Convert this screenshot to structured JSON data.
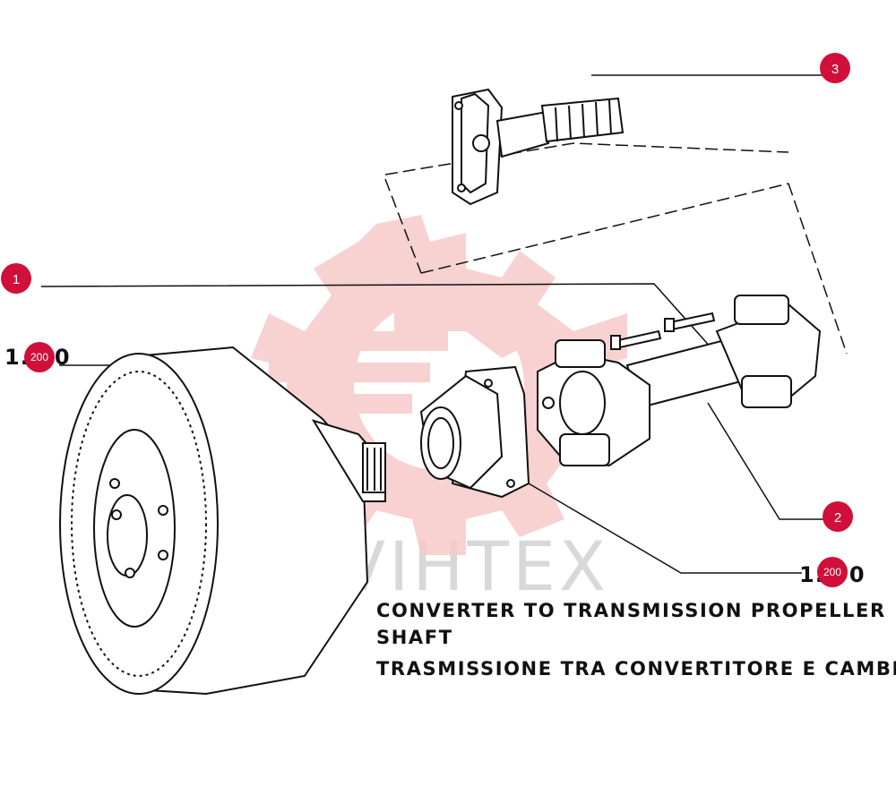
{
  "watermark": {
    "text": "VIHTEX",
    "color": "#f6c6c6"
  },
  "callouts": [
    {
      "id": "1",
      "label": "1"
    },
    {
      "id": "2",
      "label": "2"
    },
    {
      "id": "3",
      "label": "3"
    }
  ],
  "ref_badges": [
    {
      "prefix": "1.",
      "label": "200",
      "suffix": "0"
    },
    {
      "prefix": "1.",
      "label": "200",
      "suffix": "0"
    }
  ],
  "caption": {
    "line1": "CONVERTER TO TRANSMISSION PROPELLER",
    "line2": "SHAFT",
    "line3": "TRASMISSIONE TRA CONVERTITORE E CAMBIO"
  },
  "colors": {
    "badge": "#d0103a",
    "line": "#111111",
    "watermark_text": "#d8d8d8"
  }
}
